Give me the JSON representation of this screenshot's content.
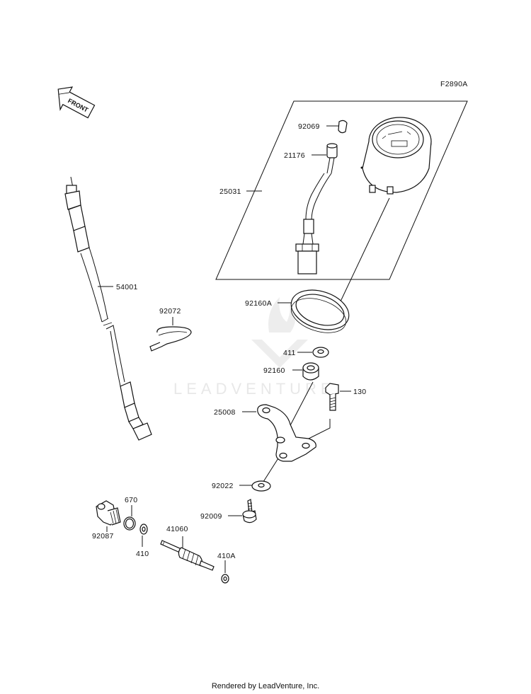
{
  "figure_code": "F2890A",
  "front_marker": "FRONT",
  "watermark": "LEADVENTURE",
  "footer": "Rendered by LeadVenture, Inc.",
  "parts": {
    "p92069": "92069",
    "p21176": "21176",
    "p25031": "25031",
    "p54001": "54001",
    "p92072": "92072",
    "p92160A": "92160A",
    "p411": "411",
    "p92160": "92160",
    "p130": "130",
    "p25008": "25008",
    "p92022": "92022",
    "p92009": "92009",
    "p670": "670",
    "p41060": "41060",
    "p92087": "92087",
    "p410": "410",
    "p410A": "410A"
  }
}
